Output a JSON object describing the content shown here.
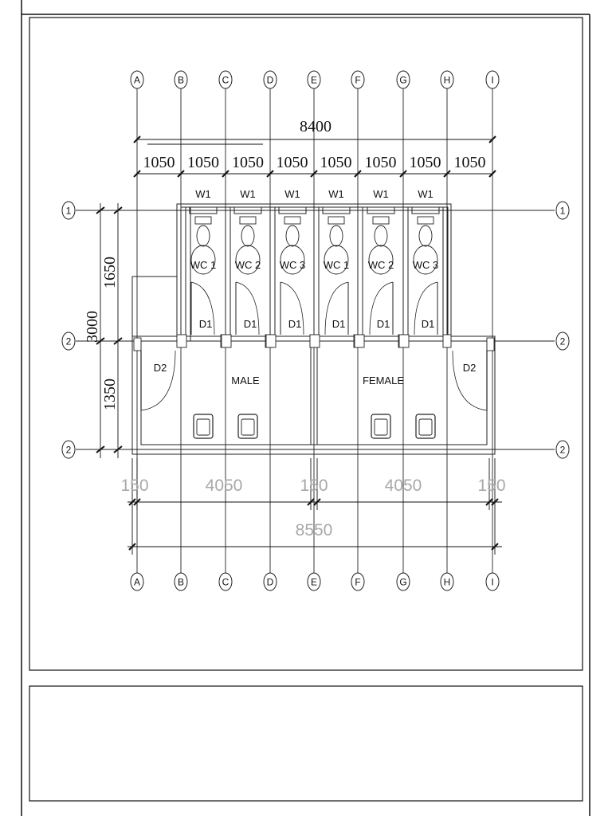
{
  "grid": {
    "columns": [
      "A",
      "B",
      "C",
      "D",
      "E",
      "F",
      "G",
      "H",
      "I"
    ],
    "rows_left": [
      "1",
      "2",
      "2"
    ],
    "rows_right": [
      "1",
      "2",
      "2"
    ]
  },
  "dimensions": {
    "overall_top": "8400",
    "bays_top": [
      "1050",
      "1050",
      "1050",
      "1050",
      "1050",
      "1050",
      "1050",
      "1050"
    ],
    "left_total": "3000",
    "left_upper": "1650",
    "left_lower": "1350",
    "bottom_parts": [
      "150",
      "4050",
      "150",
      "4050",
      "150"
    ],
    "bottom_total": "8550"
  },
  "labels": {
    "windows": [
      "W1",
      "W1",
      "W1",
      "W1",
      "W1",
      "W1"
    ],
    "wcs": [
      "WC 1",
      "WC 2",
      "WC 3",
      "WC 1",
      "WC 2",
      "WC 3"
    ],
    "stall_doors": [
      "D1",
      "D1",
      "D1",
      "D1",
      "D1",
      "D1"
    ],
    "main_doors": [
      "D2",
      "D2"
    ],
    "rooms": [
      "MALE",
      "FEMALE"
    ]
  }
}
